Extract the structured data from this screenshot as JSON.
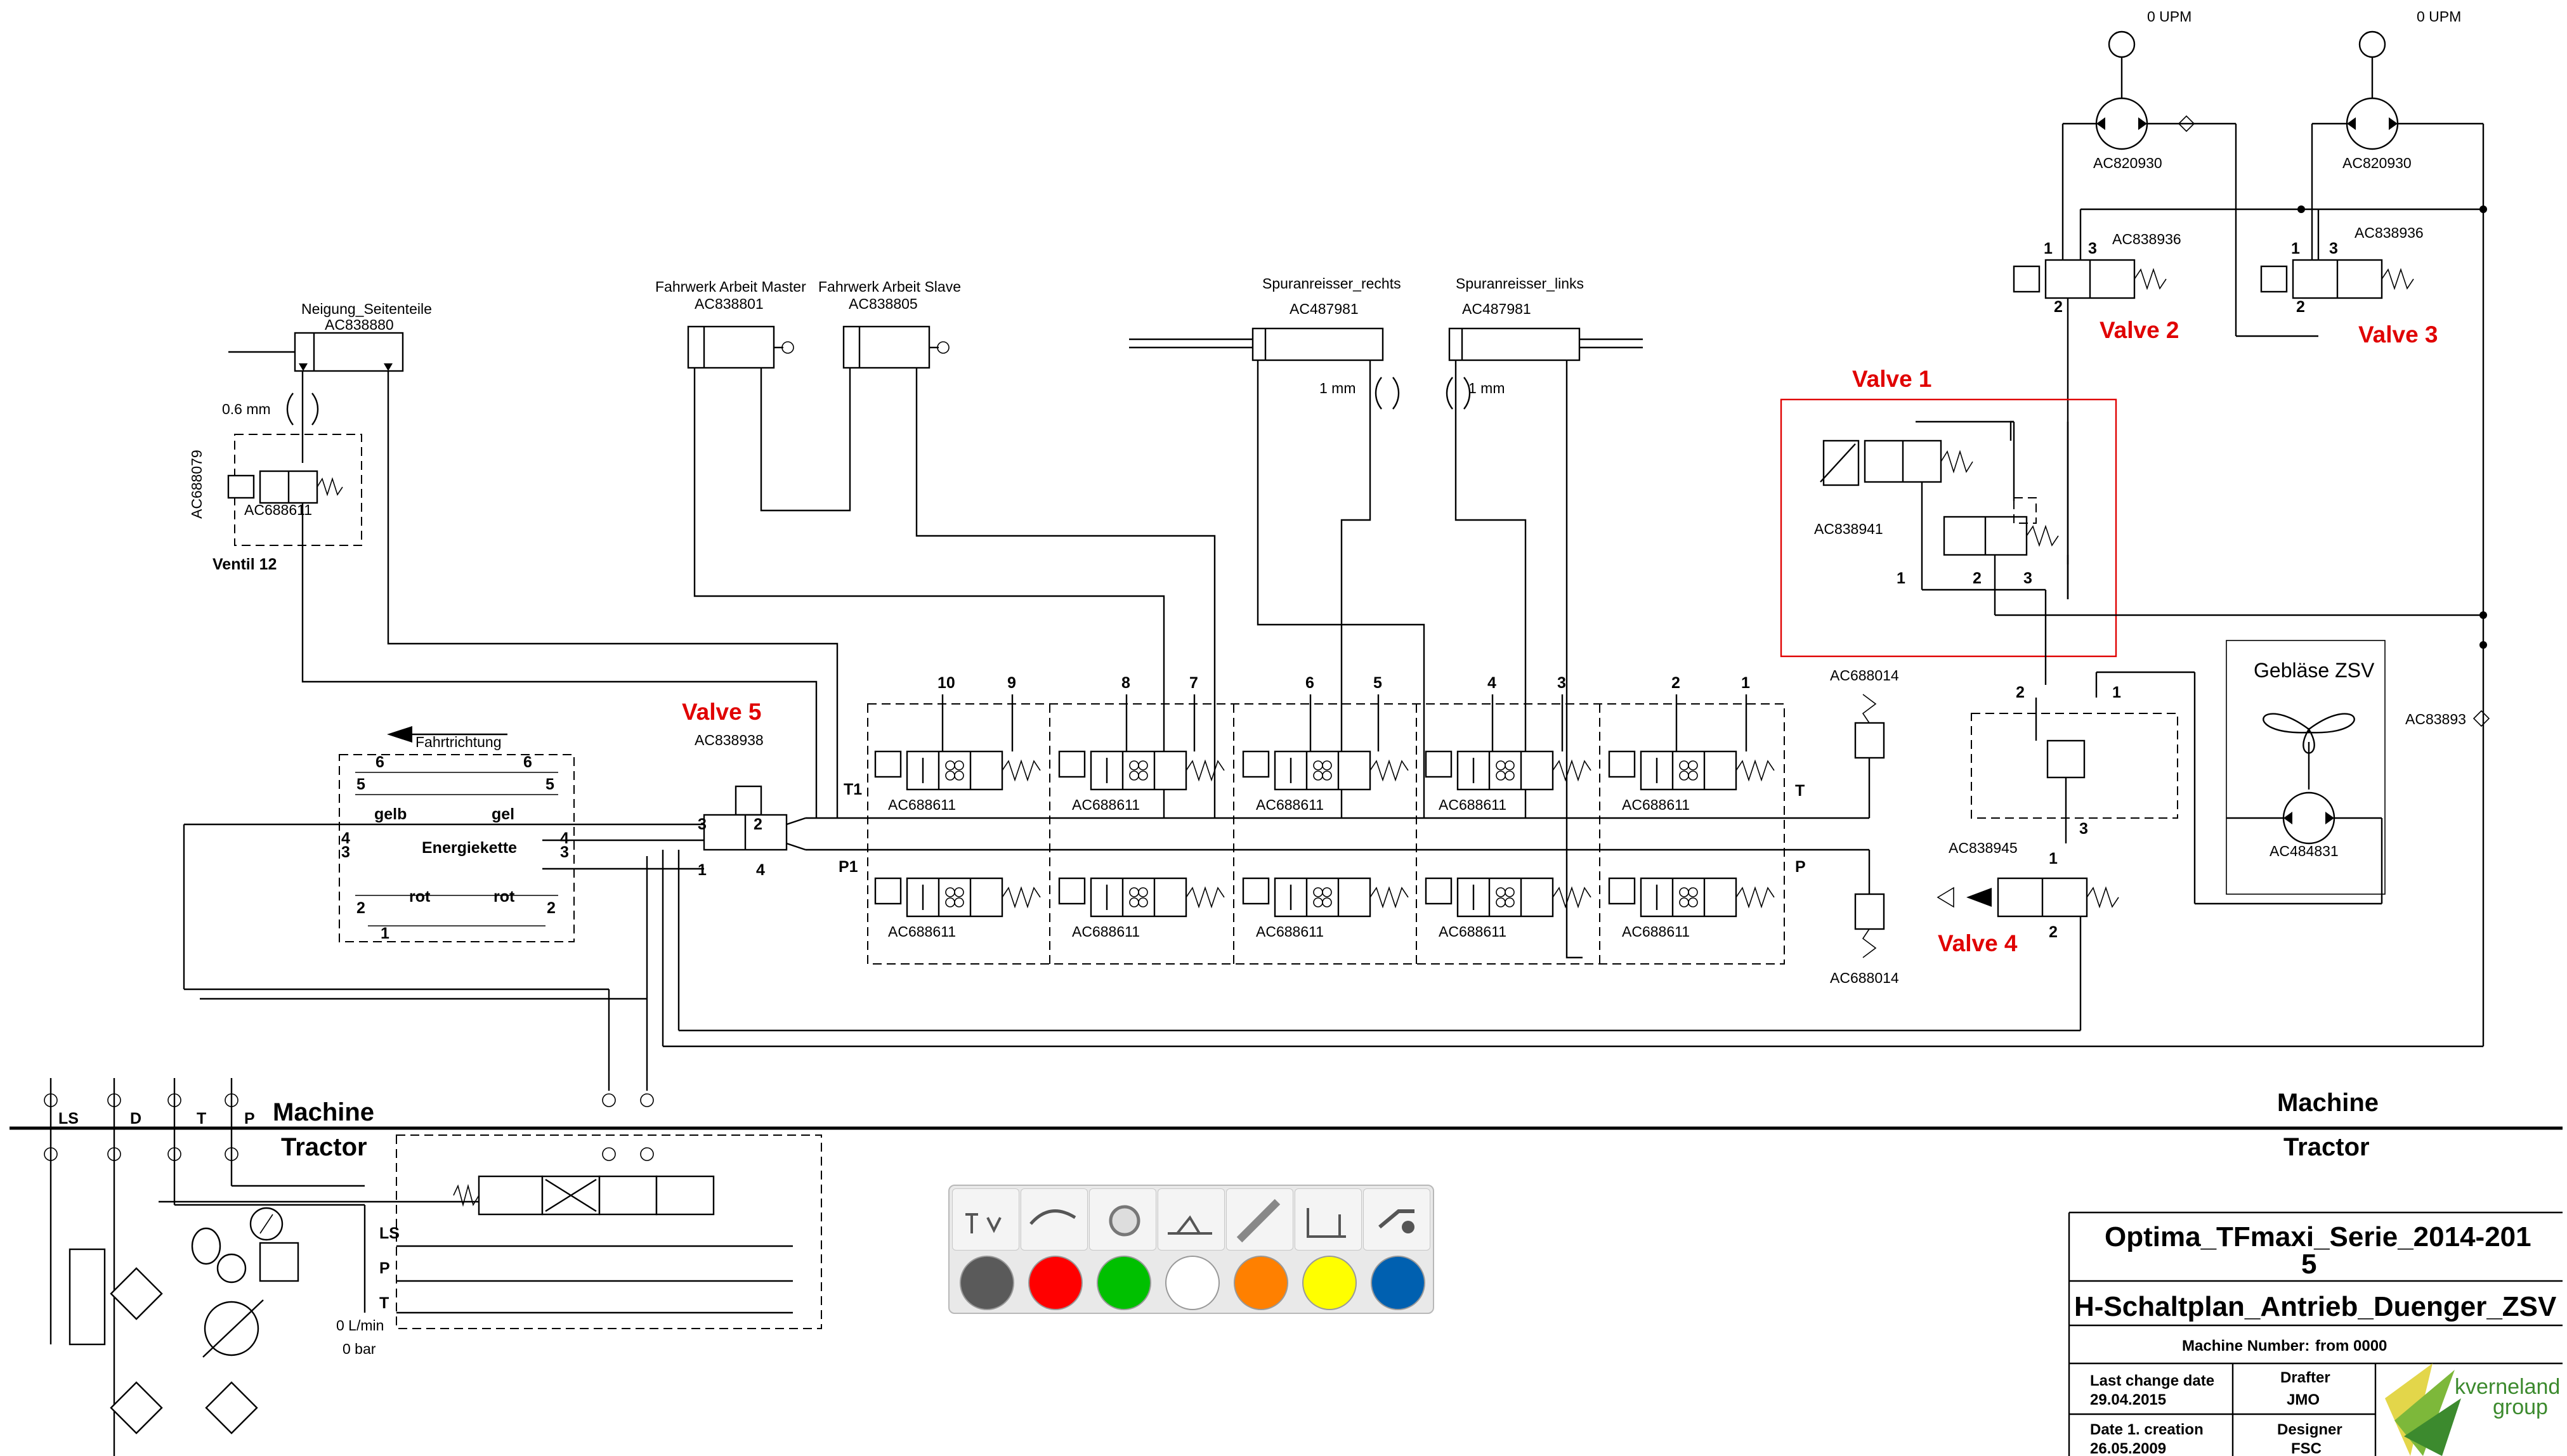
{
  "diagram": {
    "labels": {
      "upm1": "0 UPM",
      "upm2": "0 UPM",
      "motor1": "AC820930",
      "motor2": "AC820930",
      "ac838936_1": "AC838936",
      "ac838936_2": "AC838936",
      "valve2": "Valve 2",
      "valve3": "Valve 3",
      "valve1": "Valve 1",
      "valve4": "Valve 4",
      "valve5": "Valve 5",
      "ac838941": "AC838941",
      "ac688014_top": "AC688014",
      "ac688014_bottom": "AC688014",
      "geblaese": "Gebläse ZSV",
      "ac83893": "AC83893",
      "ac484831": "AC484831",
      "ac838945": "AC838945",
      "ac838938": "AC838938",
      "neigung": "Neigung_Seitenteile",
      "ac838880": "AC838880",
      "restrictor_06": "0.6 mm",
      "ac688079": "AC688079",
      "ac688611_v12": "AC688611",
      "ventil12": "Ventil 12",
      "fahrwerk_master": "Fahrwerk Arbeit Master",
      "fahrwerk_slave": "Fahrwerk Arbeit Slave",
      "ac838801": "AC838801",
      "ac838805": "AC838805",
      "spur_rechts": "Spuranreisser_rechts",
      "spur_links": "Spuranreisser_links",
      "ac487981_r": "AC487981",
      "ac487981_l": "AC487981",
      "restrictor_1mm_r": "1 mm",
      "restrictor_1mm_l": "1 mm",
      "fahrtrichtung": "Fahrtrichtung",
      "energiekette": "Energiekette",
      "gelb": "gelb",
      "gel": "gel",
      "rot1": "rot",
      "rot2": "rot",
      "valve_block_part": "AC688611",
      "port_T": "T",
      "port_P": "P",
      "port_T1": "T1",
      "port_P1": "P1",
      "machine_left": "Machine",
      "tractor_left": "Tractor",
      "machine_right": "Machine",
      "tractor_right": "Tractor",
      "port_LS": "LS",
      "port_D": "D",
      "port_T_top": "T",
      "port_P_top": "P",
      "ls_line": "LS",
      "p_line": "P",
      "t_line": "T",
      "flow": "0 L/min",
      "pressure": "0 bar",
      "bank_numbers": [
        "10",
        "9",
        "8",
        "7",
        "6",
        "5",
        "4",
        "3",
        "2",
        "1"
      ]
    }
  },
  "palette": {
    "icons": [
      "tools-icon",
      "arm-icon",
      "blower-icon",
      "marker-icon",
      "conveyor-icon",
      "frame-icon",
      "lift-icon"
    ],
    "colors": [
      "#5a5a5a",
      "#ff0000",
      "#00c000",
      "#ffffff",
      "#ff8000",
      "#ffff00",
      "#0060b0"
    ]
  },
  "title_block": {
    "project": "Optima_TFmaxi_Serie_2014-201",
    "project_suffix": "5",
    "drawing": "H-Schaltplan_Antrieb_Duenger_ZSV",
    "machine_number_label": "Machine Number:",
    "machine_number_value": "from 0000",
    "last_change_label": "Last change date",
    "last_change_value": "29.04.2015",
    "drafter_label": "Drafter",
    "drafter_value": "JMO",
    "creation_label": "Date 1. creation",
    "creation_value": "26.05.2009",
    "designer_label": "Designer",
    "designer_value": "FSC",
    "logo_line1": "kverneland",
    "logo_line2": "group"
  }
}
